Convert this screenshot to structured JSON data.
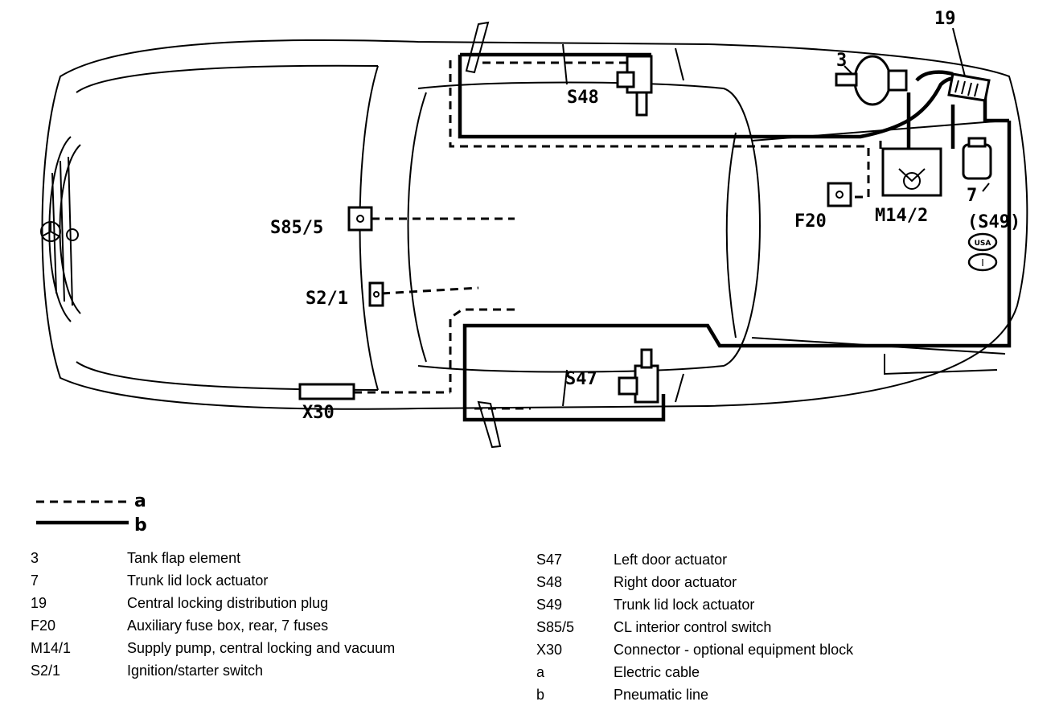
{
  "labels": {
    "c19": "19",
    "c3": "3",
    "s48": "S48",
    "s85_5": "S85/5",
    "s2_1": "S2/1",
    "x30": "X30",
    "s47": "S47",
    "f20": "F20",
    "m14_2": "M14/2",
    "c7": "7",
    "s49": "(S49)",
    "usa": "USA",
    "i_badge": "I"
  },
  "legend": {
    "a": "a",
    "b": "b"
  },
  "key_left": [
    {
      "code": "3",
      "desc": "Tank flap element"
    },
    {
      "code": "7",
      "desc": "Trunk lid lock actuator"
    },
    {
      "code": "19",
      "desc": "Central locking distribution plug"
    },
    {
      "code": "F20",
      "desc": "Auxiliary fuse box, rear, 7 fuses"
    },
    {
      "code": "M14/1",
      "desc": "Supply pump, central locking and vacuum"
    },
    {
      "code": "S2/1",
      "desc": "Ignition/starter switch"
    }
  ],
  "key_right": [
    {
      "code": "S47",
      "desc": "Left door actuator"
    },
    {
      "code": "S48",
      "desc": "Right door actuator"
    },
    {
      "code": "S49",
      "desc": "Trunk lid lock actuator"
    },
    {
      "code": "S85/5",
      "desc": "CL interior control switch"
    },
    {
      "code": "X30",
      "desc": "Connector - optional equipment block"
    },
    {
      "code": "a",
      "desc": "Electric cable"
    },
    {
      "code": "b",
      "desc": "Pneumatic line"
    }
  ]
}
